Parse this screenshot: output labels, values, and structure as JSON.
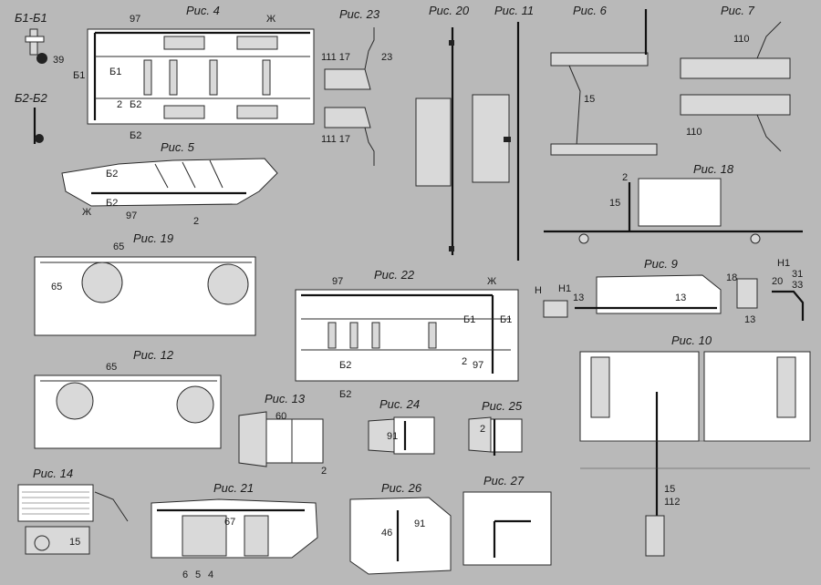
{
  "figures": {
    "fig4": {
      "caption": "Рис. 4",
      "labels": [
        "97",
        "Ж",
        "Б1",
        "Б1",
        "2",
        "Б2",
        "Б2"
      ]
    },
    "fig23": {
      "caption": "Рис. 23",
      "labels": [
        "111 17",
        "23",
        "111 17"
      ]
    },
    "fig20": {
      "caption": "Рис. 20"
    },
    "fig11": {
      "caption": "Рис. 11"
    },
    "fig6": {
      "caption": "Рис. 6",
      "labels": [
        "15"
      ]
    },
    "fig7": {
      "caption": "Рис. 7",
      "labels": [
        "110",
        "110"
      ]
    },
    "secB1": {
      "caption": "Б1-Б1",
      "labels": [
        "39"
      ]
    },
    "secB2": {
      "caption": "Б2-Б2"
    },
    "fig5": {
      "caption": "Рис. 5",
      "labels": [
        "Б2",
        "Б2",
        "Ж",
        "97",
        "2"
      ]
    },
    "fig18": {
      "caption": "Рис. 18",
      "labels": [
        "2",
        "15"
      ]
    },
    "fig19": {
      "caption": "Рис. 19",
      "labels": [
        "65",
        "65"
      ]
    },
    "fig22": {
      "caption": "Рис. 22",
      "labels": [
        "97",
        "Ж",
        "Б1",
        "Б1",
        "Б2",
        "Б2",
        "2",
        "97"
      ]
    },
    "fig9": {
      "caption": "Рис. 9",
      "labels": [
        "Н",
        "Н1",
        "13",
        "13"
      ]
    },
    "fig8": {
      "labels": [
        "Н1",
        "18",
        "20",
        "31",
        "33",
        "13"
      ]
    },
    "fig10": {
      "caption": "Рис. 10",
      "labels": [
        "15",
        "112"
      ]
    },
    "fig12": {
      "caption": "Рис. 12",
      "labels": [
        "65"
      ]
    },
    "fig13": {
      "caption": "Рис. 13",
      "labels": [
        "60",
        "2"
      ]
    },
    "fig24": {
      "caption": "Рис. 24",
      "labels": [
        "91"
      ]
    },
    "fig25": {
      "caption": "Рис. 25",
      "labels": [
        "2"
      ]
    },
    "fig14": {
      "caption": "Рис. 14",
      "labels": [
        "15"
      ]
    },
    "fig21": {
      "caption": "Рис. 21",
      "labels": [
        "67",
        "6",
        "5",
        "4"
      ]
    },
    "fig26": {
      "caption": "Рис. 26",
      "labels": [
        "91",
        "46"
      ]
    },
    "fig27": {
      "caption": "Рис. 27"
    }
  }
}
